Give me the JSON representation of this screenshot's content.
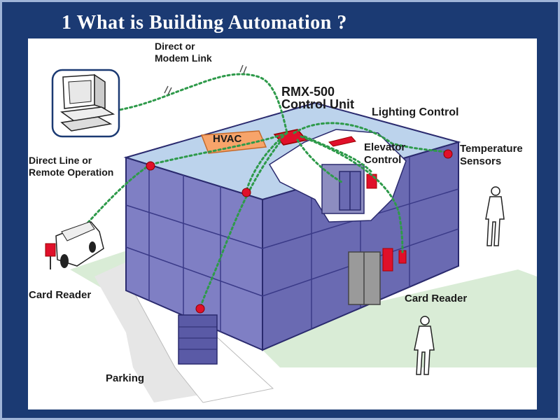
{
  "title": "1  What is Building Automation ?",
  "labels": {
    "direct_link_1": "Direct or",
    "direct_link_2": "Modem Link",
    "rmx_1": "RMX-500",
    "rmx_2": "Control Unit",
    "lighting": "Lighting Control",
    "hvac": "HVAC",
    "elevator_1": "Elevator",
    "elevator_2": "Control",
    "temp_1": "Temperature",
    "temp_2": "Sensors",
    "direct_line_1": "Direct Line or",
    "direct_line_2": "Remote Operation",
    "card_reader_left": "Card Reader",
    "card_reader_right": "Card Reader",
    "parking": "Parking"
  },
  "colors": {
    "background": "#1b3a73",
    "building_front": "#7f7fc4",
    "building_side": "#6a6ab2",
    "roof": "#bcd3ec",
    "network_line": "#2e9a4a",
    "sensor": "#e0102a",
    "hvac": "#f7a46a",
    "ground": "#d9ecd6"
  }
}
